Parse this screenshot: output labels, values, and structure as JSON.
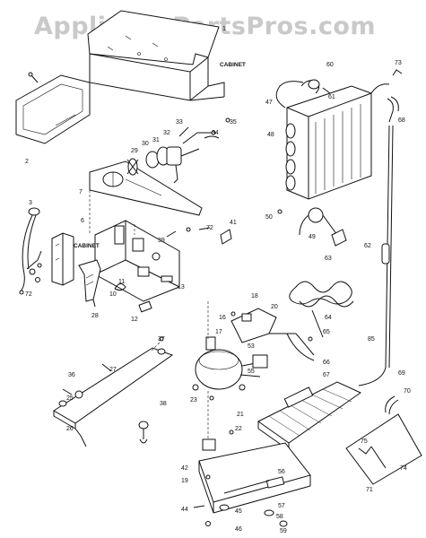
{
  "watermark": "AppliancePartsPros.com",
  "words": {
    "cabinet_top": "CABINET",
    "cabinet_mid": "CABINET"
  },
  "labels": {
    "n1": "1",
    "n2": "2",
    "n3": "3",
    "n6": "6",
    "n7": "7",
    "n10": "10",
    "n11": "11",
    "n12": "12",
    "n13": "13",
    "n16": "16",
    "n17": "17",
    "n18": "18",
    "n19": "19",
    "n20": "20",
    "n21": "21",
    "n22": "22",
    "n23": "23",
    "n25": "25",
    "n26": "26",
    "n27": "27",
    "n28": "28",
    "n29": "29",
    "n30": "30",
    "n31": "31",
    "n32": "32",
    "n33": "33",
    "n34": "34",
    "n35": "35",
    "n36": "36",
    "n37": "37",
    "n38": "38",
    "n39": "39",
    "n41": "41",
    "n42": "42",
    "n44": "44",
    "n45": "45",
    "n46": "46",
    "n47": "47",
    "n48": "48",
    "n49": "49",
    "n50": "50",
    "n53": "53",
    "n55": "55",
    "n56": "56",
    "n57": "57",
    "n58": "58",
    "n59": "59",
    "n60": "60",
    "n61": "61",
    "n62": "62",
    "n63": "63",
    "n64": "64",
    "n65": "65",
    "n66": "66",
    "n67": "67",
    "n68": "68",
    "n69": "69",
    "n70": "70",
    "n71": "71",
    "n72": "72",
    "n72b": "72",
    "n73": "73",
    "n74": "74",
    "n75": "75",
    "n85": "85"
  }
}
